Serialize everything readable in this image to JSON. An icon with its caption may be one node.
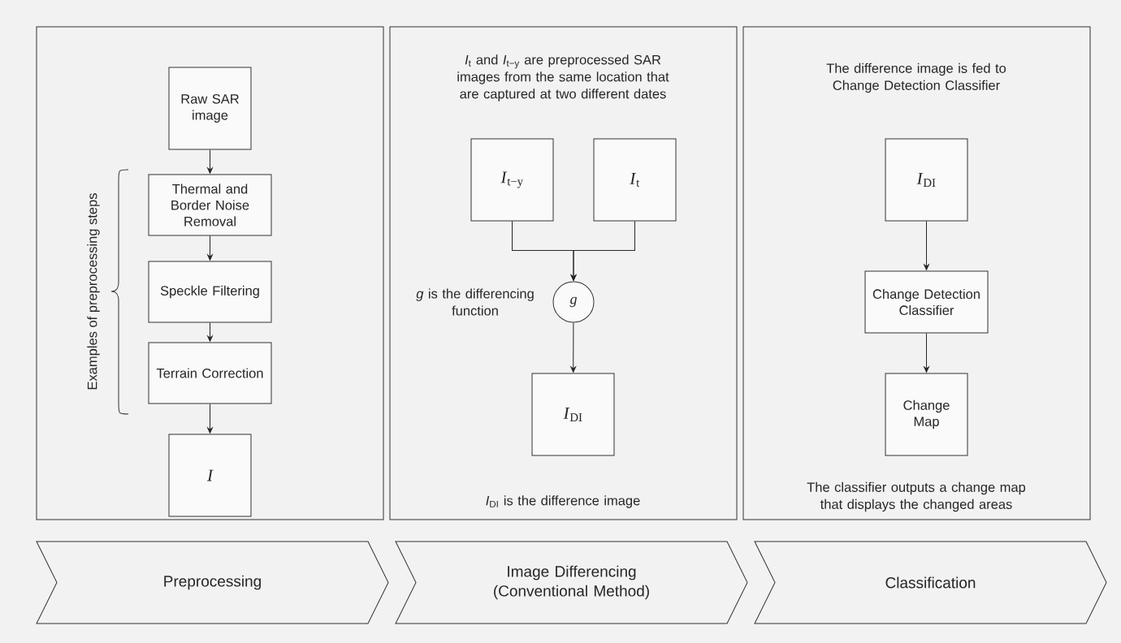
{
  "diagram": {
    "nodes": [
      {
        "text": [
          "Examples of preprocessing steps"
        ]
      },
      {
        "text": [
          "Raw SAR image"
        ],
        "in": 0
      },
      {
        "text": [
          "Thermal and Border Noise Removal"
        ],
        "in": 0
      },
      {
        "text": [
          "Speckle Filtering"
        ],
        "in": 0
      },
      {
        "text": [
          "Terrain Correction"
        ],
        "in": 0
      },
      {
        "text": [
          "I"
        ],
        "in": 0
      },
      {
        "text": [
          "*I*$_{t}$ and *I*$_{t−y}$ are preprocessed SAR images from the same location that are captured at two different dates",
          "*I*$_{DI}$ is the difference image"
        ]
      },
      {
        "text": [
          "*I*$_{t−y}$"
        ],
        "in": 6
      },
      {
        "text": [
          "*I*$_{t}$"
        ],
        "in": 6
      },
      {
        "text": [
          "g"
        ],
        "beside": [
          "*g* is the differencing function"
        ],
        "in": 6
      },
      {
        "text": [
          "*I*$_{DI}$"
        ],
        "in": 6
      },
      {
        "text": [
          "The difference image is fed to Change Detection Classifier",
          "The classifier outputs a change map that displays the changed areas"
        ]
      },
      {
        "text": [
          "*I*$_{DI}$"
        ],
        "in": 11
      },
      {
        "text": [
          "Change Detection Classifier"
        ],
        "in": 11
      },
      {
        "text": [
          "Change Map"
        ],
        "in": 11
      },
      {
        "text": [
          "Preprocessing"
        ]
      },
      {
        "text": [
          "Image Differencing (Conventional Method)"
        ]
      },
      {
        "text": [
          "Classification"
        ]
      }
    ],
    "edges": [
      {
        "from": 1,
        "to": 2,
        "arrow": "to"
      },
      {
        "from": 2,
        "to": 3,
        "arrow": "to"
      },
      {
        "from": 3,
        "to": 4,
        "arrow": "to"
      },
      {
        "from": 4,
        "to": 5,
        "arrow": "to"
      },
      {
        "from": 7,
        "to": 9,
        "arrow": "to"
      },
      {
        "from": 8,
        "to": 9,
        "arrow": "to"
      },
      {
        "from": 9,
        "to": 10,
        "arrow": "to"
      },
      {
        "from": 12,
        "to": 13,
        "arrow": "to"
      },
      {
        "from": 13,
        "to": 14,
        "arrow": "to"
      }
    ]
  }
}
